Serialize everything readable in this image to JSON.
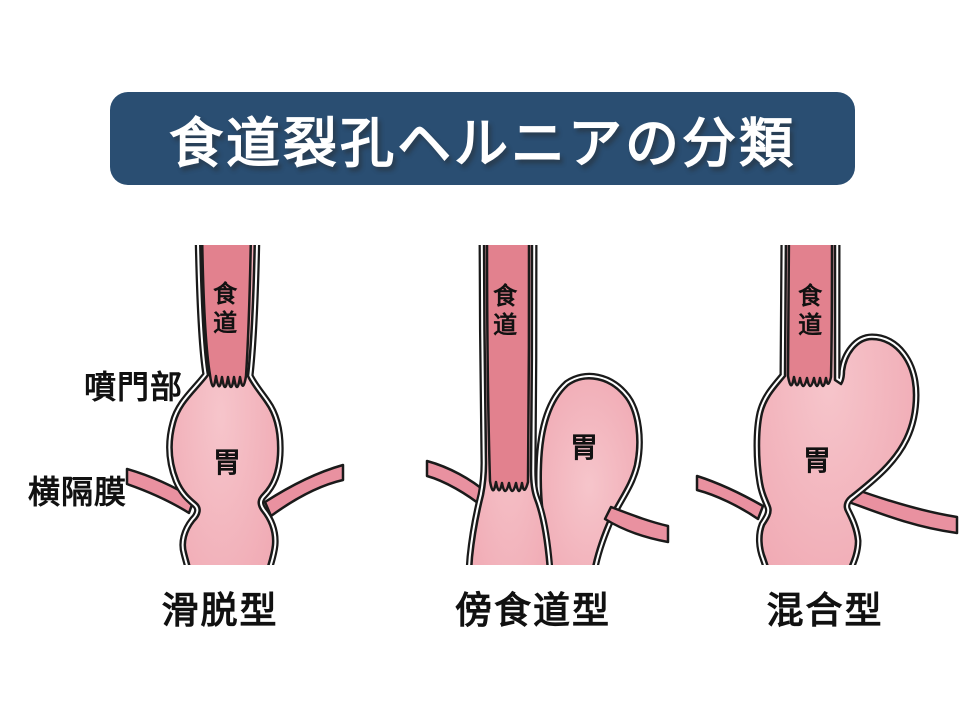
{
  "title": {
    "text": "食道裂孔ヘルニアの分類"
  },
  "annotations": {
    "cardia": "噴門部",
    "diaphragm": "横隔膜"
  },
  "diagrams": [
    {
      "id": "sliding",
      "type_label": "滑脱型",
      "esophagus_label": "食道",
      "stomach_label": "胃"
    },
    {
      "id": "paraesophageal",
      "type_label": "傍食道型",
      "esophagus_label": "食道",
      "stomach_label": "胃"
    },
    {
      "id": "mixed",
      "type_label": "混合型",
      "esophagus_label": "食道",
      "stomach_label": "胃"
    }
  ],
  "colors": {
    "background": "#ffffff",
    "title_bg": "#2a4e72",
    "title_text": "#ffffff",
    "esophagus": "#e2818e",
    "stomach": "#f0a9b3",
    "stomach_light": "#f6c5cb",
    "diaphragm_band": "#e991a0",
    "outline": "#1a1a1a",
    "label_text": "#111111"
  }
}
